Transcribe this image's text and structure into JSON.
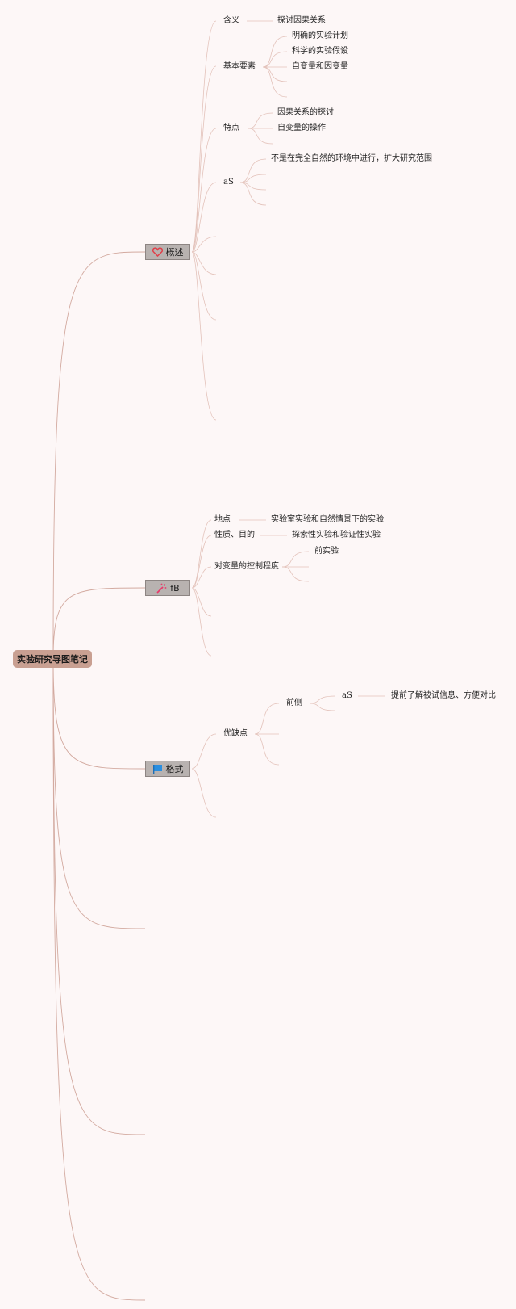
{
  "root": {
    "label": "实验研究导图笔记"
  },
  "topics": {
    "overview": {
      "label": "概述",
      "icon": "heart-icon",
      "meaning": {
        "label": "含义",
        "detail": "探讨因果关系"
      },
      "elements": {
        "label": "基本要素",
        "items": [
          "明确的实验计划",
          "科学的实验假设",
          "自变量和因变量"
        ]
      },
      "features": {
        "label": "特点",
        "items": [
          "因果关系的探讨",
          "自变量的操作"
        ]
      },
      "as": {
        "label": "aS",
        "detail": "不是在完全自然的环境中进行，扩大研究范围"
      }
    },
    "types": {
      "label": "fB",
      "icon": "sparkle-icon",
      "place": {
        "label": "地点",
        "detail": "实验室实验和自然情景下的实验"
      },
      "purpose": {
        "label": "性质、目的",
        "detail": "探索性实验和验证性实验"
      },
      "control": {
        "label": "对变量的控制程度",
        "items": [
          "前实验"
        ]
      }
    },
    "format": {
      "label": "格式",
      "icon": "flag-icon",
      "pros": {
        "label": "优缺点",
        "pretest": {
          "label": "前侧",
          "as_label": "aS",
          "detail": "提前了解被试信息、方便对比"
        }
      }
    }
  }
}
